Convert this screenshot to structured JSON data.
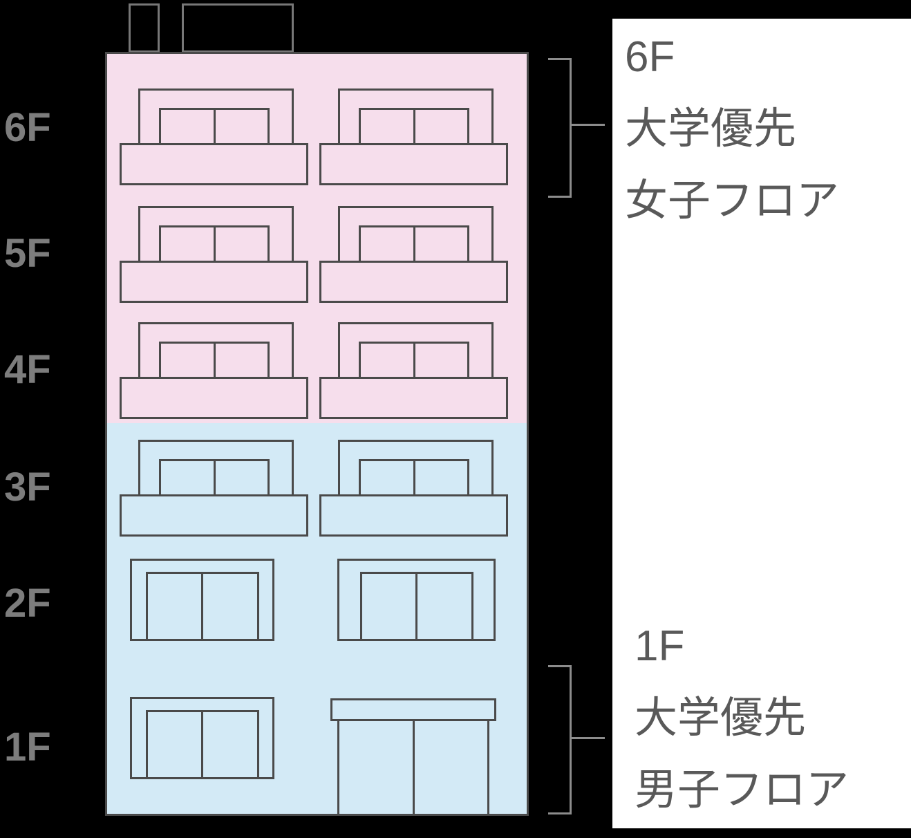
{
  "colors": {
    "background": "#000000",
    "women_floor": "#f6deec",
    "men_floor": "#d3eaf6",
    "outline": "#4a4a4a",
    "roof_outline": "#777777",
    "floor_label": "#7d7d7d",
    "bracket": "#8c8c8c",
    "panel_bg": "#ffffff",
    "panel_text": "#595959"
  },
  "floor_labels": [
    "6F",
    "5F",
    "4F",
    "3F",
    "2F",
    "1F"
  ],
  "legend": {
    "women": {
      "lines": [
        "6F",
        "大学優先",
        "女子フロア"
      ]
    },
    "men": {
      "lines": [
        "1F",
        "大学優先",
        "男子フロア"
      ]
    }
  }
}
